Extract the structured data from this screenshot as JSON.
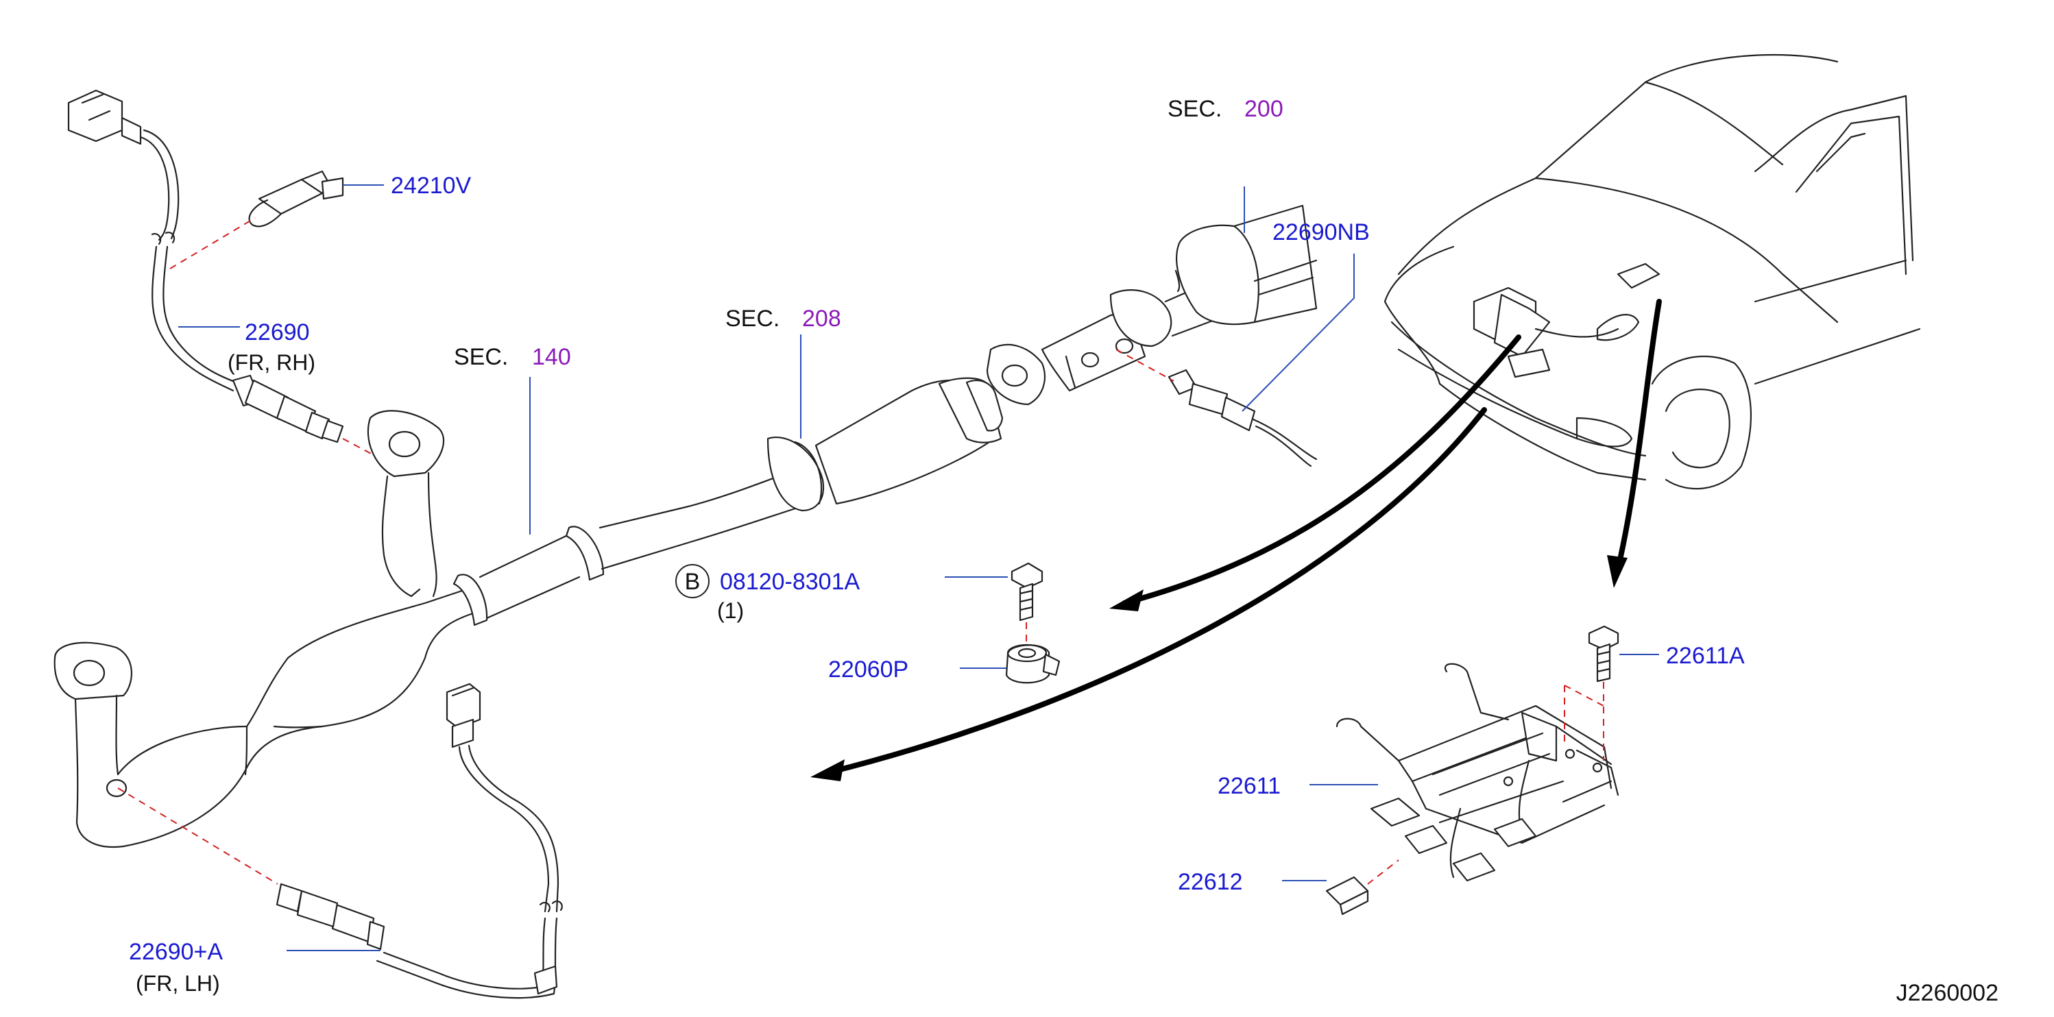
{
  "diagram": {
    "reference_code": "J2260002",
    "sections": [
      {
        "prefix": "SEC.",
        "number": "200"
      },
      {
        "prefix": "SEC.",
        "number": "208"
      },
      {
        "prefix": "SEC.",
        "number": "140"
      }
    ],
    "parts": [
      {
        "number": "24210V"
      },
      {
        "number": "22690",
        "note": "(FR,  RH)"
      },
      {
        "number": "22690NB"
      },
      {
        "number": "08120-8301A",
        "badge": "B",
        "note": "(1)"
      },
      {
        "number": "22060P"
      },
      {
        "number": "22611A"
      },
      {
        "number": "22611"
      },
      {
        "number": "22612"
      },
      {
        "number": "22690+A",
        "note": "(FR,  LH)"
      }
    ]
  }
}
